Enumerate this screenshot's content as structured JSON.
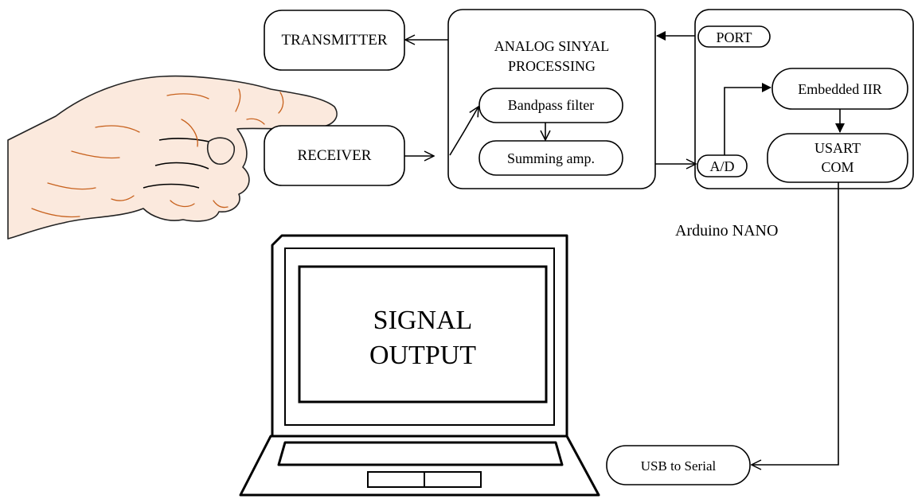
{
  "blocks": {
    "transmitter": "TRANSMITTER",
    "receiver": "RECEIVER",
    "analog_title_1": "ANALOG SINYAL",
    "analog_title_2": "PROCESSING",
    "bandpass": "Bandpass filter",
    "summing": "Summing amp.",
    "port": "PORT",
    "ad": "A/D",
    "iir": "Embedded IIR",
    "usart_1": "USART",
    "usart_2": "COM",
    "usb": "USB to Serial"
  },
  "labels": {
    "arduino": "Arduino NANO",
    "screen_1": "SIGNAL",
    "screen_2": "OUTPUT"
  },
  "illustrations": {
    "hand": "pointing-hand",
    "laptop": "laptop"
  },
  "colors": {
    "hand_lines": "#c8621e",
    "hand_fill": "#fbe9dd"
  }
}
